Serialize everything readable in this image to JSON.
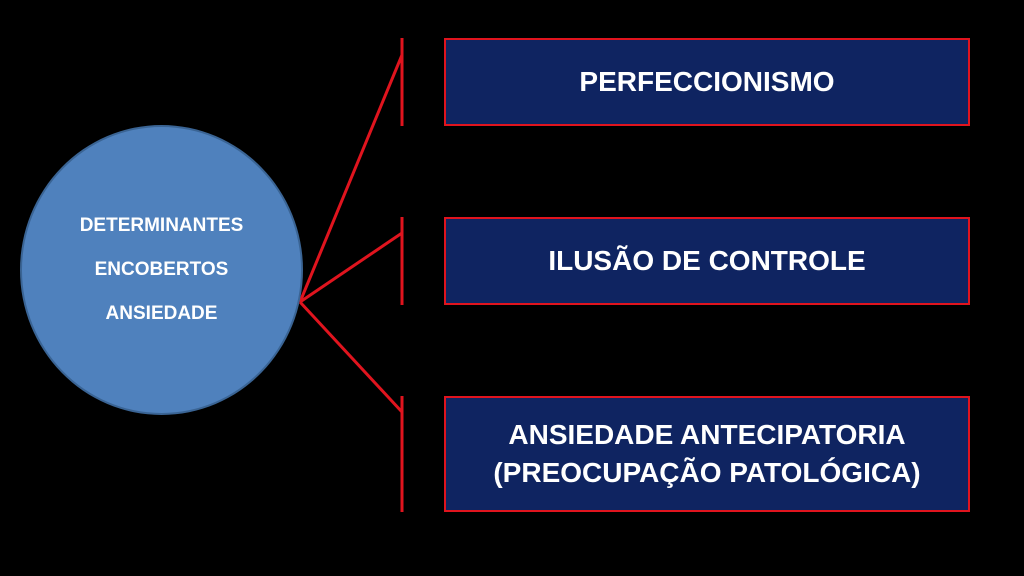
{
  "hub": {
    "lines": [
      "DETERMINANTES",
      "ENCOBERTOS",
      "ANSIEDADE"
    ]
  },
  "boxes": [
    {
      "lines": [
        "PERFECCIONISMO"
      ]
    },
    {
      "lines": [
        "ILUSÃO DE CONTROLE"
      ]
    },
    {
      "lines": [
        "ANSIEDADE ANTECIPATORIA",
        "(PREOCUPAÇÃO PATOLÓGICA)"
      ]
    }
  ],
  "colors": {
    "background": "#000000",
    "hub_fill": "#4f81bd",
    "box_fill": "#0f2461",
    "box_border": "#e0141e",
    "connector": "#e0141e",
    "text": "#ffffff"
  }
}
